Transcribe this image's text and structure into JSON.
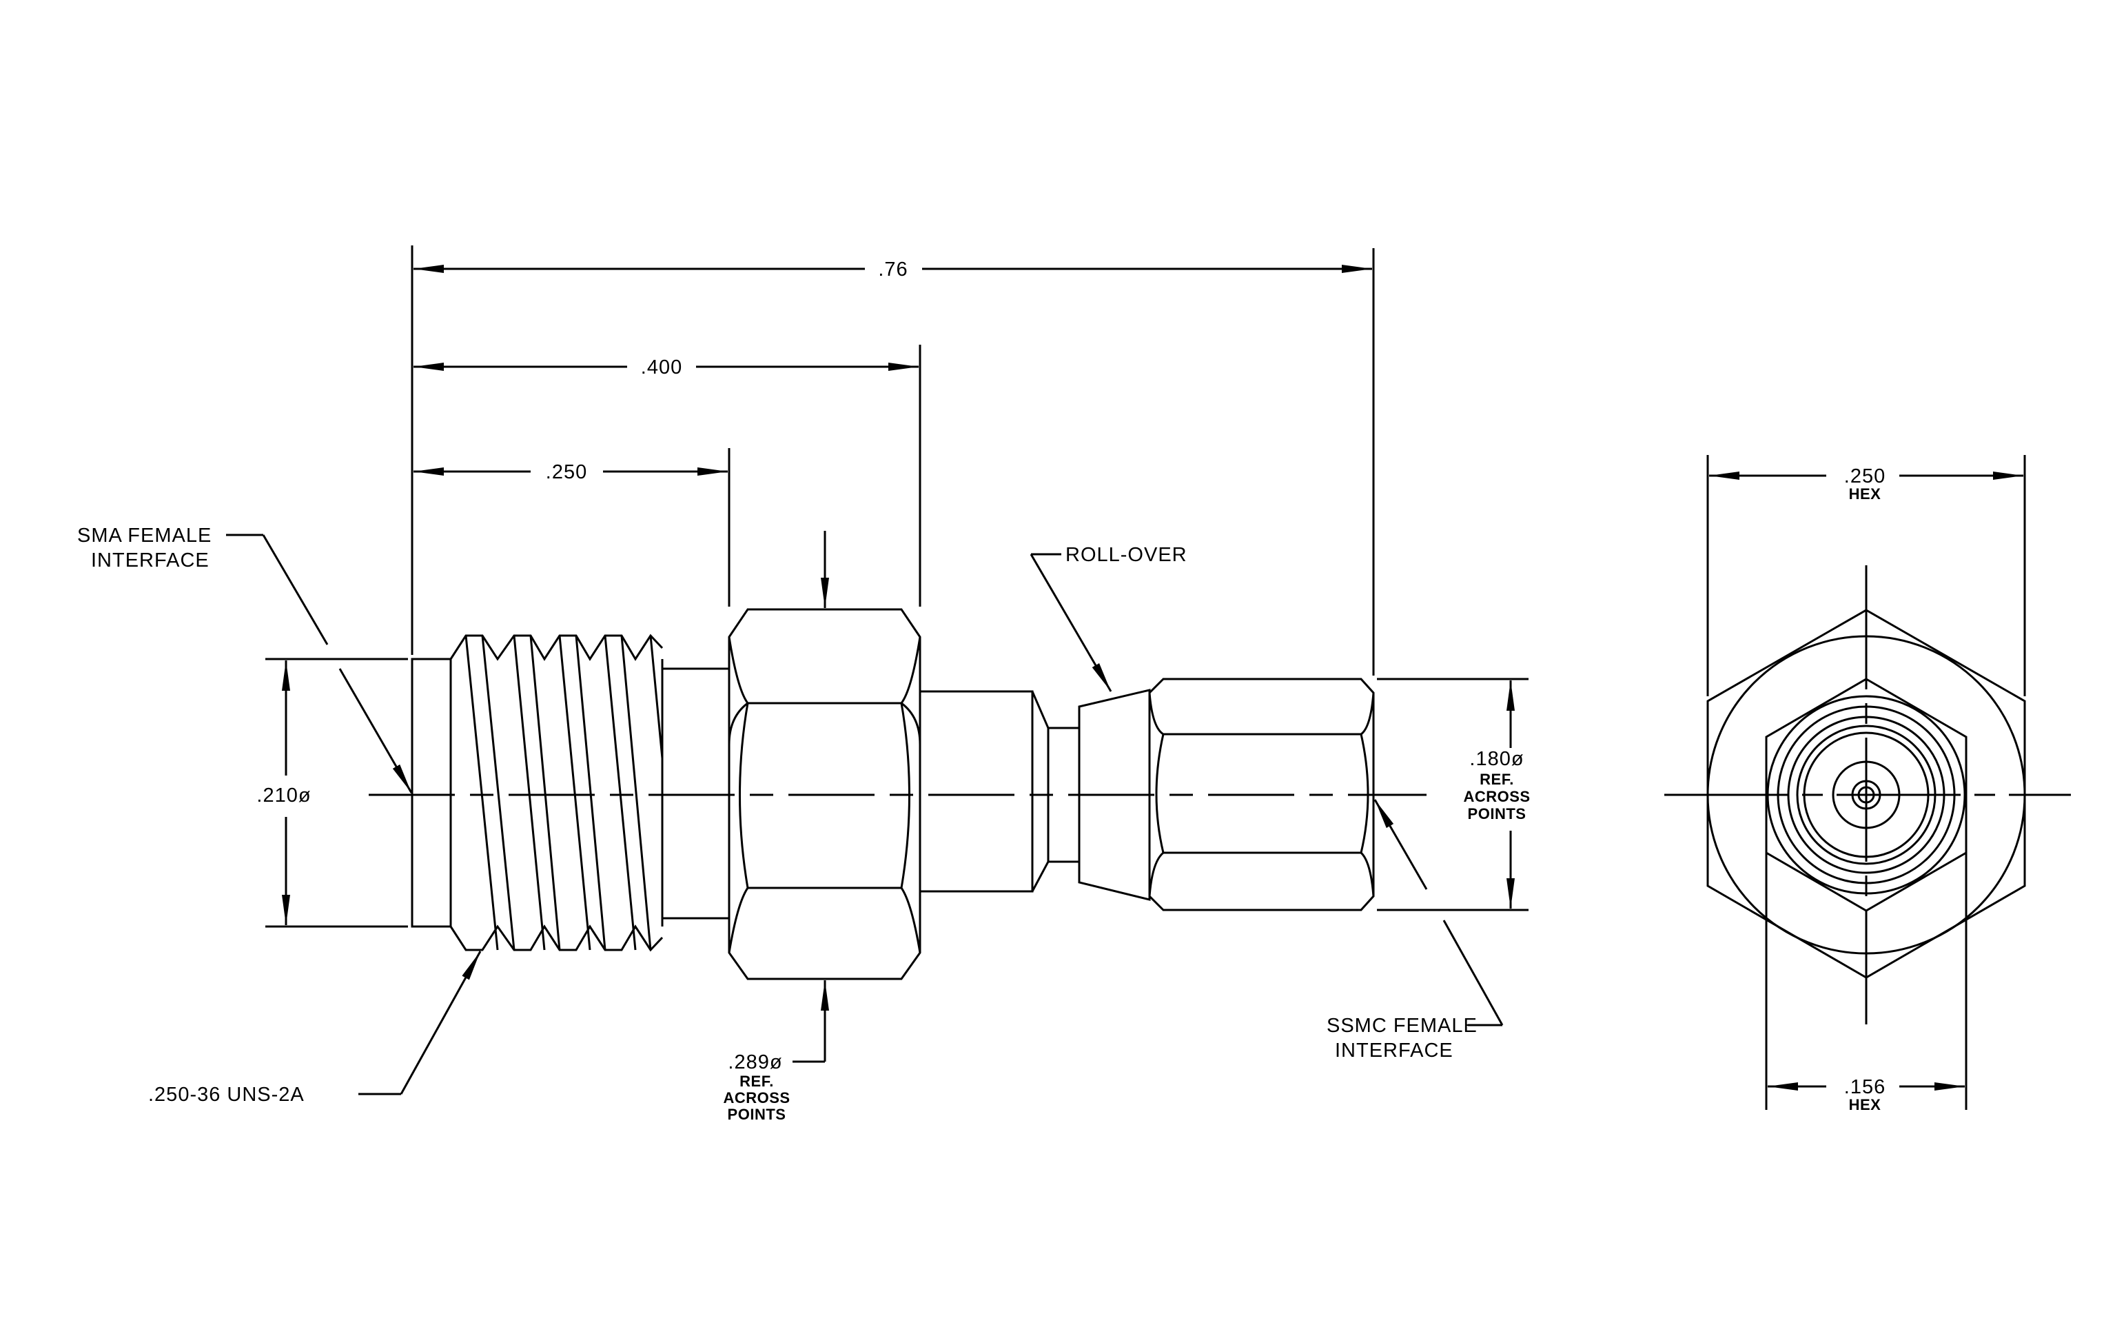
{
  "drawing": {
    "dimensions": {
      "overall_length": ".76",
      "length_to_hex_end": ".400",
      "thread_length": ".250",
      "sma_diameter": ".210ø",
      "sma_hex_diameter": ".289ø",
      "ssmc_diameter": ".180ø",
      "end_hex_across_flats": ".250",
      "end_inner_hex_across_flats": ".156"
    },
    "labels": {
      "sma_interface_line1": "SMA FEMALE",
      "sma_interface_line2": "INTERFACE",
      "ssmc_interface_line1": "SSMC FEMALE",
      "ssmc_interface_line2": "INTERFACE",
      "roll_over": "ROLL-OVER",
      "thread_spec": ".250-36 UNS-2A",
      "ref": "REF.",
      "across": "ACROSS",
      "points": "POINTS",
      "hex": "HEX"
    }
  }
}
